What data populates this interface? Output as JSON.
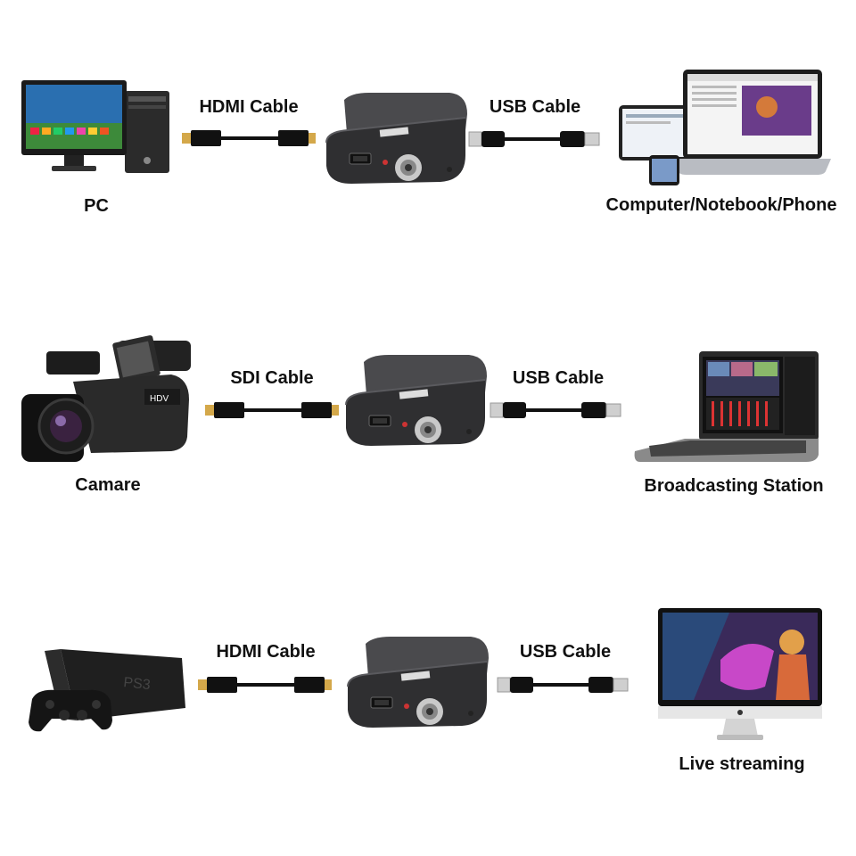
{
  "rows": [
    {
      "source": {
        "icon": "desktop-pc-icon",
        "label": "PC"
      },
      "input_cable": {
        "icon": "hdmi-cable-icon",
        "label": "HDMI Cable"
      },
      "device": {
        "icon": "capture-box-icon"
      },
      "output_cable": {
        "icon": "usb-cable-icon",
        "label": "USB Cable"
      },
      "target": {
        "icon": "laptop-tablet-phone-icon",
        "label": "Computer/Notebook/Phone"
      }
    },
    {
      "source": {
        "icon": "video-camera-icon",
        "label": "Camare"
      },
      "input_cable": {
        "icon": "sdi-cable-icon",
        "label": "SDI Cable"
      },
      "device": {
        "icon": "capture-box-icon"
      },
      "output_cable": {
        "icon": "usb-cable-icon",
        "label": "USB Cable"
      },
      "target": {
        "icon": "broadcast-station-icon",
        "label": "Broadcasting Station"
      }
    },
    {
      "source": {
        "icon": "game-console-icon",
        "label": ""
      },
      "input_cable": {
        "icon": "hdmi-cable-icon",
        "label": "HDMI Cable"
      },
      "device": {
        "icon": "capture-box-icon"
      },
      "output_cable": {
        "icon": "usb-cable-icon",
        "label": "USB Cable"
      },
      "target": {
        "icon": "monitor-icon",
        "label": "Live streaming"
      }
    }
  ],
  "colors": {
    "device_body": "#3a3a3c",
    "cable": "#111111",
    "gold_tip": "#d4a84a",
    "usb_metal": "#cfcfcf"
  }
}
